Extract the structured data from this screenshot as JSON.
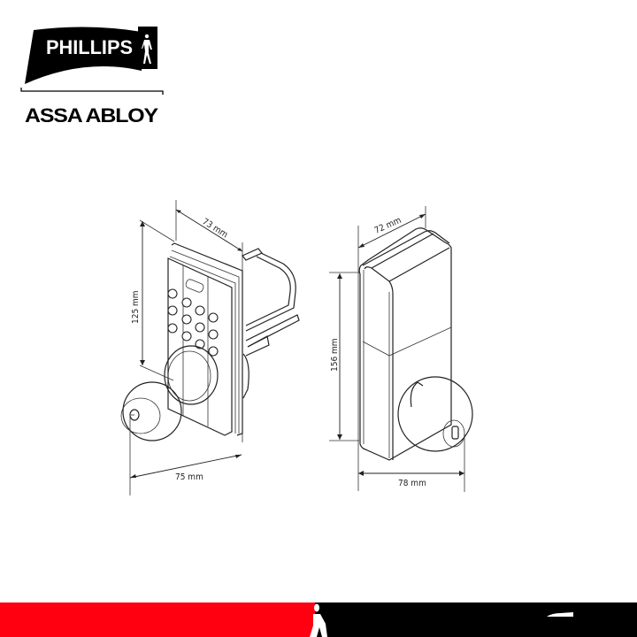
{
  "logo": {
    "brand": "PHILLIPS",
    "parent": "ASSA ABLOY"
  },
  "diagram": {
    "front_view": {
      "depth_label": "73 mm",
      "height_label": "125 mm",
      "width_label": "75 mm"
    },
    "side_view": {
      "depth_label": "72 mm",
      "height_label": "156 mm",
      "width_label": "78 mm"
    }
  },
  "colors": {
    "footer_red": "#ff0010",
    "footer_black": "#000000",
    "line": "#222222"
  }
}
